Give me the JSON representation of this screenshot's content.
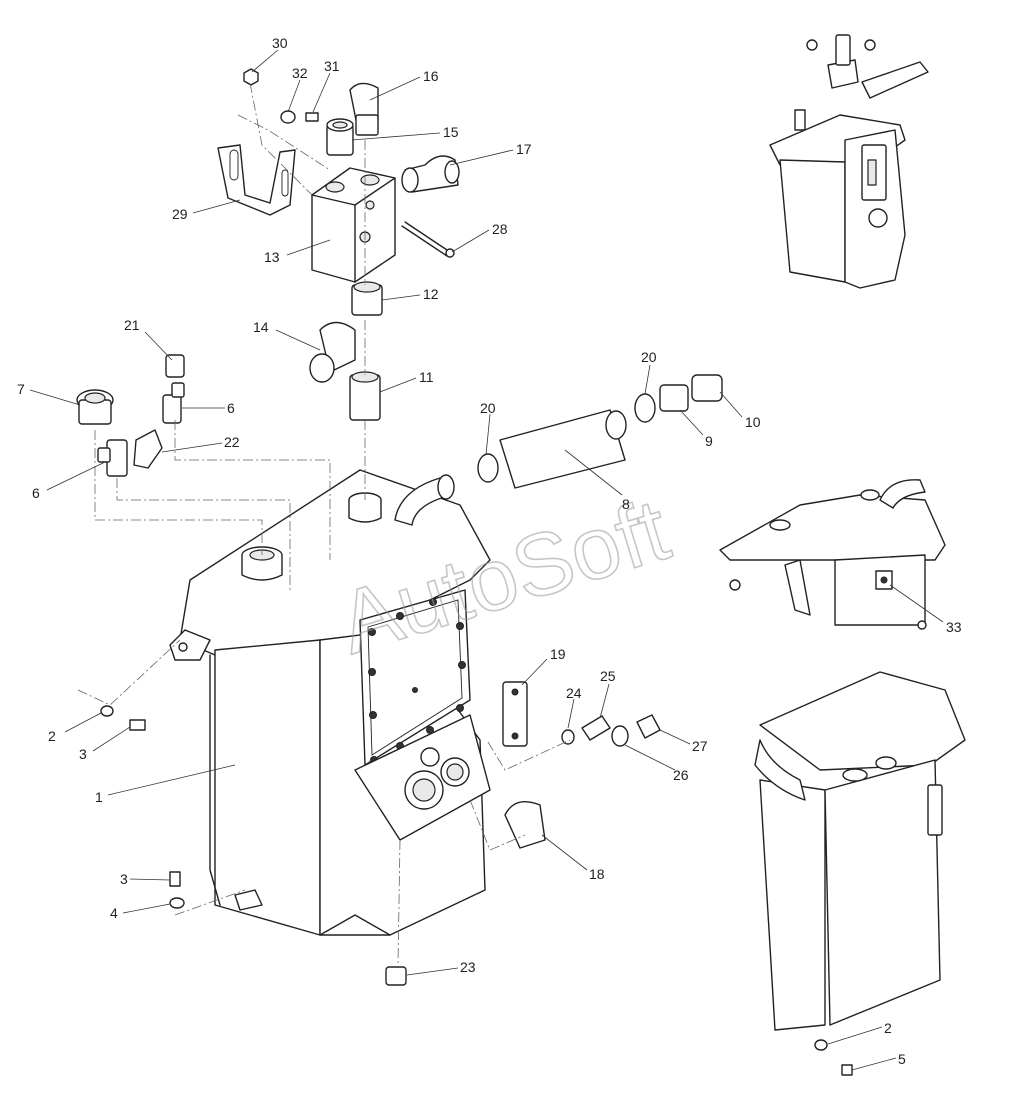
{
  "watermark": "AutoSoft",
  "callouts": [
    {
      "id": "c30",
      "label": "30"
    },
    {
      "id": "c32",
      "label": "32"
    },
    {
      "id": "c31",
      "label": "31"
    },
    {
      "id": "c16",
      "label": "16"
    },
    {
      "id": "c15",
      "label": "15"
    },
    {
      "id": "c17",
      "label": "17"
    },
    {
      "id": "c29",
      "label": "29"
    },
    {
      "id": "c28",
      "label": "28"
    },
    {
      "id": "c13",
      "label": "13"
    },
    {
      "id": "c12",
      "label": "12"
    },
    {
      "id": "c14",
      "label": "14"
    },
    {
      "id": "c21",
      "label": "21"
    },
    {
      "id": "c11",
      "label": "11"
    },
    {
      "id": "c7",
      "label": "7"
    },
    {
      "id": "c6a",
      "label": "6"
    },
    {
      "id": "c22",
      "label": "22"
    },
    {
      "id": "c6b",
      "label": "6"
    },
    {
      "id": "c20a",
      "label": "20"
    },
    {
      "id": "c20b",
      "label": "20"
    },
    {
      "id": "c10",
      "label": "10"
    },
    {
      "id": "c9",
      "label": "9"
    },
    {
      "id": "c8",
      "label": "8"
    },
    {
      "id": "c33",
      "label": "33"
    },
    {
      "id": "c19",
      "label": "19"
    },
    {
      "id": "c25",
      "label": "25"
    },
    {
      "id": "c24",
      "label": "24"
    },
    {
      "id": "c27",
      "label": "27"
    },
    {
      "id": "c26",
      "label": "26"
    },
    {
      "id": "c2a",
      "label": "2"
    },
    {
      "id": "c3a",
      "label": "3"
    },
    {
      "id": "c1",
      "label": "1"
    },
    {
      "id": "c18",
      "label": "18"
    },
    {
      "id": "c3b",
      "label": "3"
    },
    {
      "id": "c4",
      "label": "4"
    },
    {
      "id": "c23",
      "label": "23"
    },
    {
      "id": "c2b",
      "label": "2"
    },
    {
      "id": "c5",
      "label": "5"
    }
  ]
}
